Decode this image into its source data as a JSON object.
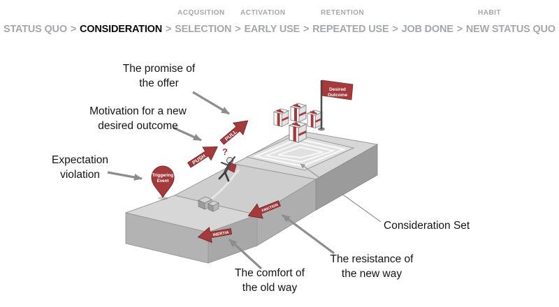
{
  "funnel": {
    "phases": [
      {
        "label": "ACQUSITION"
      },
      {
        "label": "ACTIVATION"
      },
      {
        "label": "RETENTION"
      },
      {
        "label": "HABIT"
      }
    ],
    "separator": ">",
    "active_stage": "CONSIDERATION",
    "stages": [
      {
        "label": "STATUS QUO"
      },
      {
        "label": "CONSIDERATION"
      },
      {
        "label": "SELECTION"
      },
      {
        "label": "EARLY USE"
      },
      {
        "label": "REPEATED USE"
      },
      {
        "label": "JOB DONE"
      },
      {
        "label": "NEW STATUS QUO"
      }
    ]
  },
  "annotations": {
    "promise": {
      "line1": "The promise of",
      "line2": "the offer"
    },
    "motivation": {
      "line1": "Motivation for a new",
      "line2": "desired outcome"
    },
    "expectation": {
      "line1": "Expectation",
      "line2": "violation"
    },
    "consideration_set": "Consideration Set",
    "resistance": {
      "line1": "The resistance of",
      "line2": "the new way"
    },
    "comfort": {
      "line1": "The comfort of",
      "line2": "the old way"
    }
  },
  "diagram": {
    "triggering_event": {
      "line1": "Triggering",
      "line2": "Event"
    },
    "push_label": "PUSH",
    "pull_label": "PULL",
    "friction_label": "FRICTION",
    "inertia_label": "INERTIA",
    "desired_outcome": {
      "line1": "Desired",
      "line2": "Outcome"
    },
    "question_mark": "?"
  },
  "colors": {
    "accent_red": "#A43A3C",
    "gray_text": "#A5A7AA",
    "active_text": "#0C0C0C"
  }
}
